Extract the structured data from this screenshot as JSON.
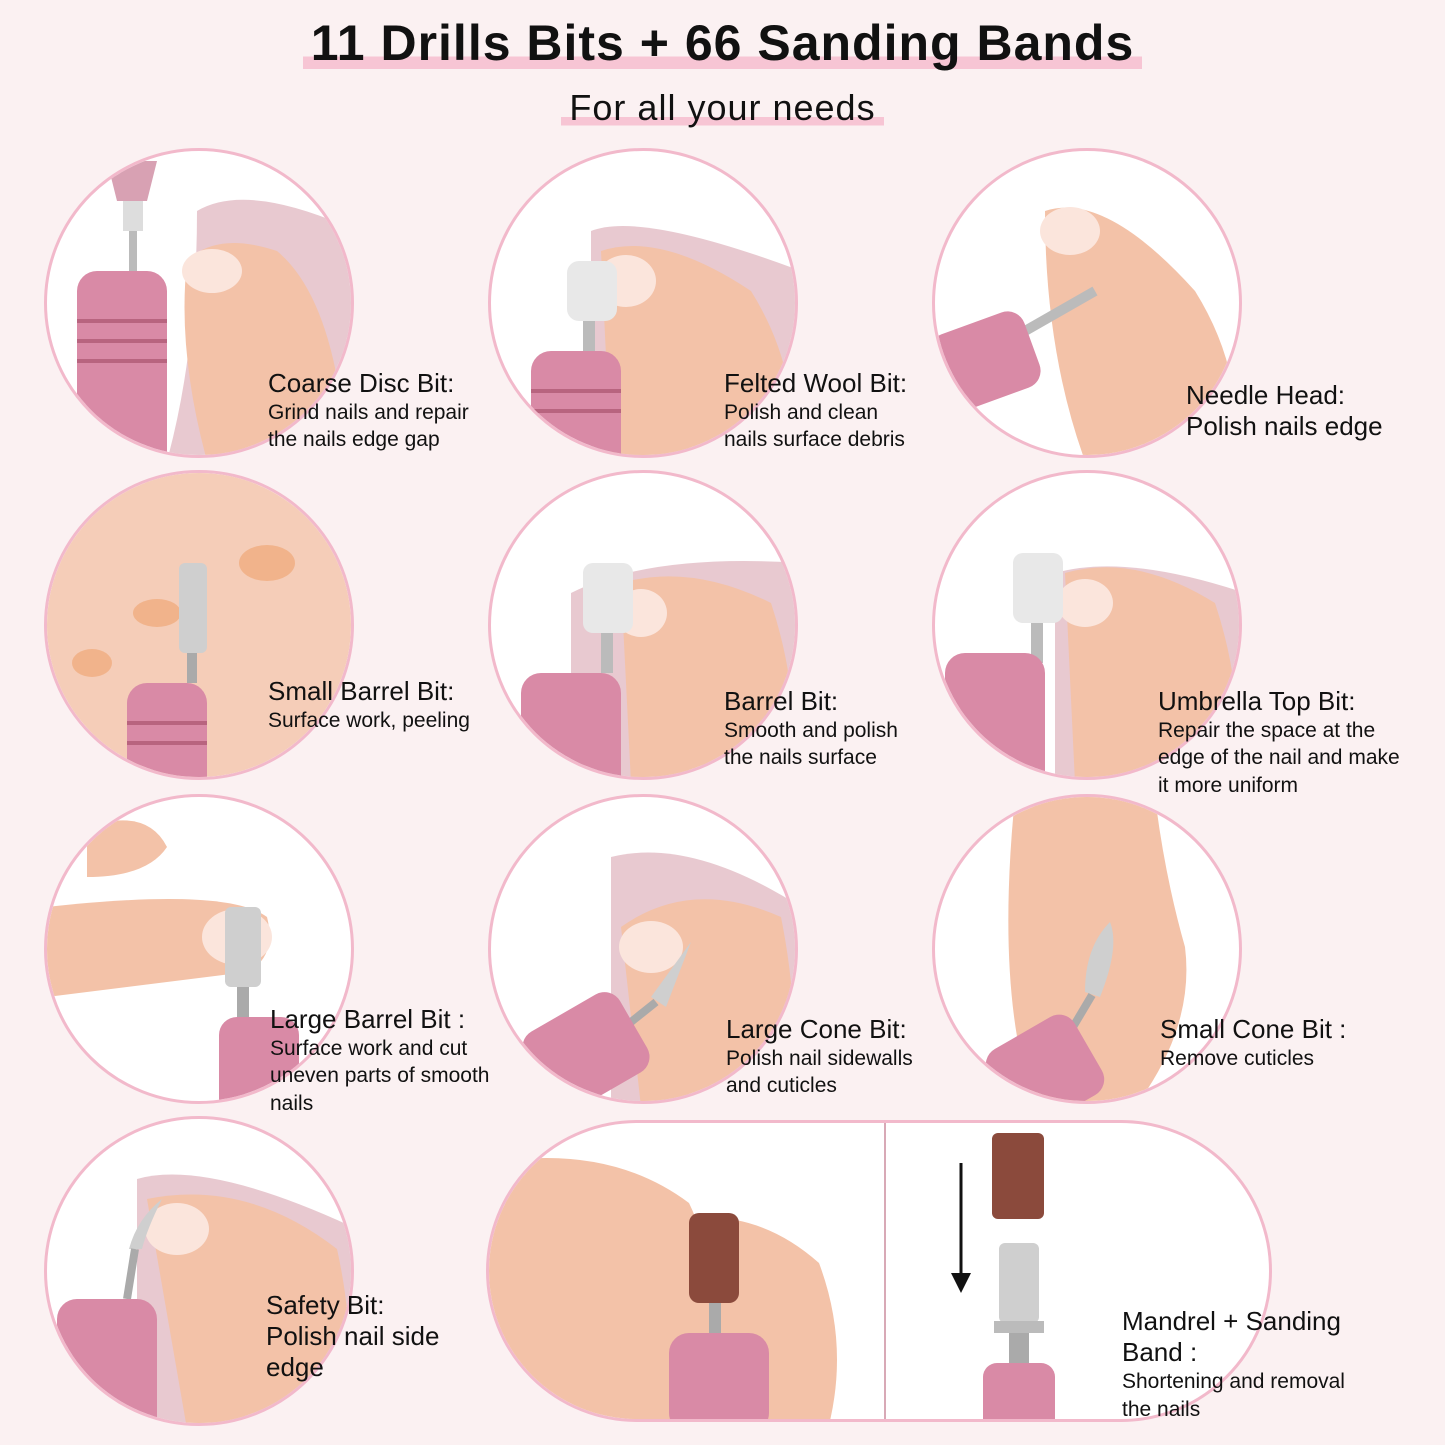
{
  "header": {
    "title": "11 Drills Bits + 66 Sanding Bands",
    "subtitle": "For all your needs"
  },
  "bits": [
    {
      "name": "Coarse Disc Bit:",
      "desc": [
        "Grind nails and repair",
        "the nails edge gap"
      ]
    },
    {
      "name": "Felted Wool Bit:",
      "desc": [
        "Polish and clean",
        "nails surface debris"
      ]
    },
    {
      "name": "Needle Head:",
      "desc": [
        "Polish nails edge"
      ]
    },
    {
      "name": "Small Barrel Bit:",
      "desc": [
        "Surface work, peeling"
      ]
    },
    {
      "name": "Barrel Bit:",
      "desc": [
        "Smooth and polish",
        "the nails surface"
      ]
    },
    {
      "name": "Umbrella Top Bit:",
      "desc": [
        "Repair the space at the",
        "edge of the nail and make",
        "it more uniform"
      ]
    },
    {
      "name": "Large Barrel Bit :",
      "desc": [
        "Surface work and cut",
        "uneven parts of smooth",
        "nails"
      ]
    },
    {
      "name": "Large Cone Bit:",
      "desc": [
        "Polish nail sidewalls",
        "and cuticles"
      ]
    },
    {
      "name": "Small Cone Bit :",
      "desc": [
        "Remove cuticles"
      ]
    },
    {
      "name": "Safety Bit:",
      "desc": [
        "Polish nail side",
        "edge"
      ]
    },
    {
      "name": "Mandrel + Sanding Band :",
      "desc": [
        "Shortening and removal",
        "the nails"
      ]
    }
  ],
  "colors": {
    "background": "#fbf1f2",
    "accent": "#f2b9cb",
    "skin": "#f3c2a8",
    "drill": "#d98aa6"
  }
}
